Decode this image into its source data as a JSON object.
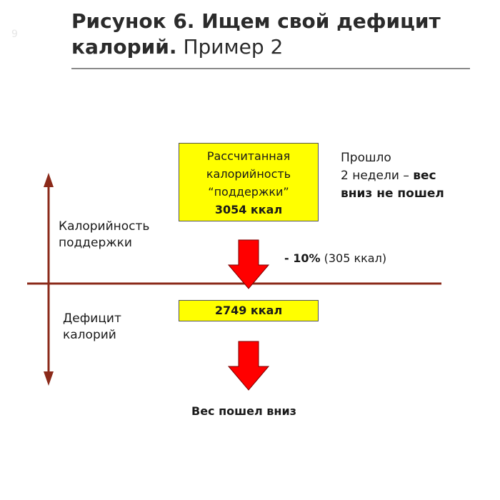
{
  "page_number": "9",
  "title": {
    "bold": "Рисунок 6. Ищем свой дефицит калорий.",
    "normal": "Пример 2"
  },
  "labels": {
    "support_line1": "Калорийность",
    "support_line2": "поддержки",
    "deficit_line1": "Дефицит",
    "deficit_line2": "калорий"
  },
  "box_top": {
    "line1": "Рассчитанная",
    "line2": "калорийность",
    "line3": "“поддержки”",
    "value": "3054 ккал"
  },
  "box_bottom": {
    "value": "2749 ккал"
  },
  "note": {
    "line1": "Прошло",
    "line2_normal": "2 недели – ",
    "line2_bold": "вес",
    "line3_bold": "вниз не пошел"
  },
  "reduction": {
    "percent": "- 10%",
    "amount": "(305 ккал)"
  },
  "result": "Вес пошел вниз",
  "colors": {
    "axis": "#8b2a1a",
    "box_fill": "#ffff00",
    "arrow": "#ff0000",
    "rule": "#8a8a8a"
  }
}
